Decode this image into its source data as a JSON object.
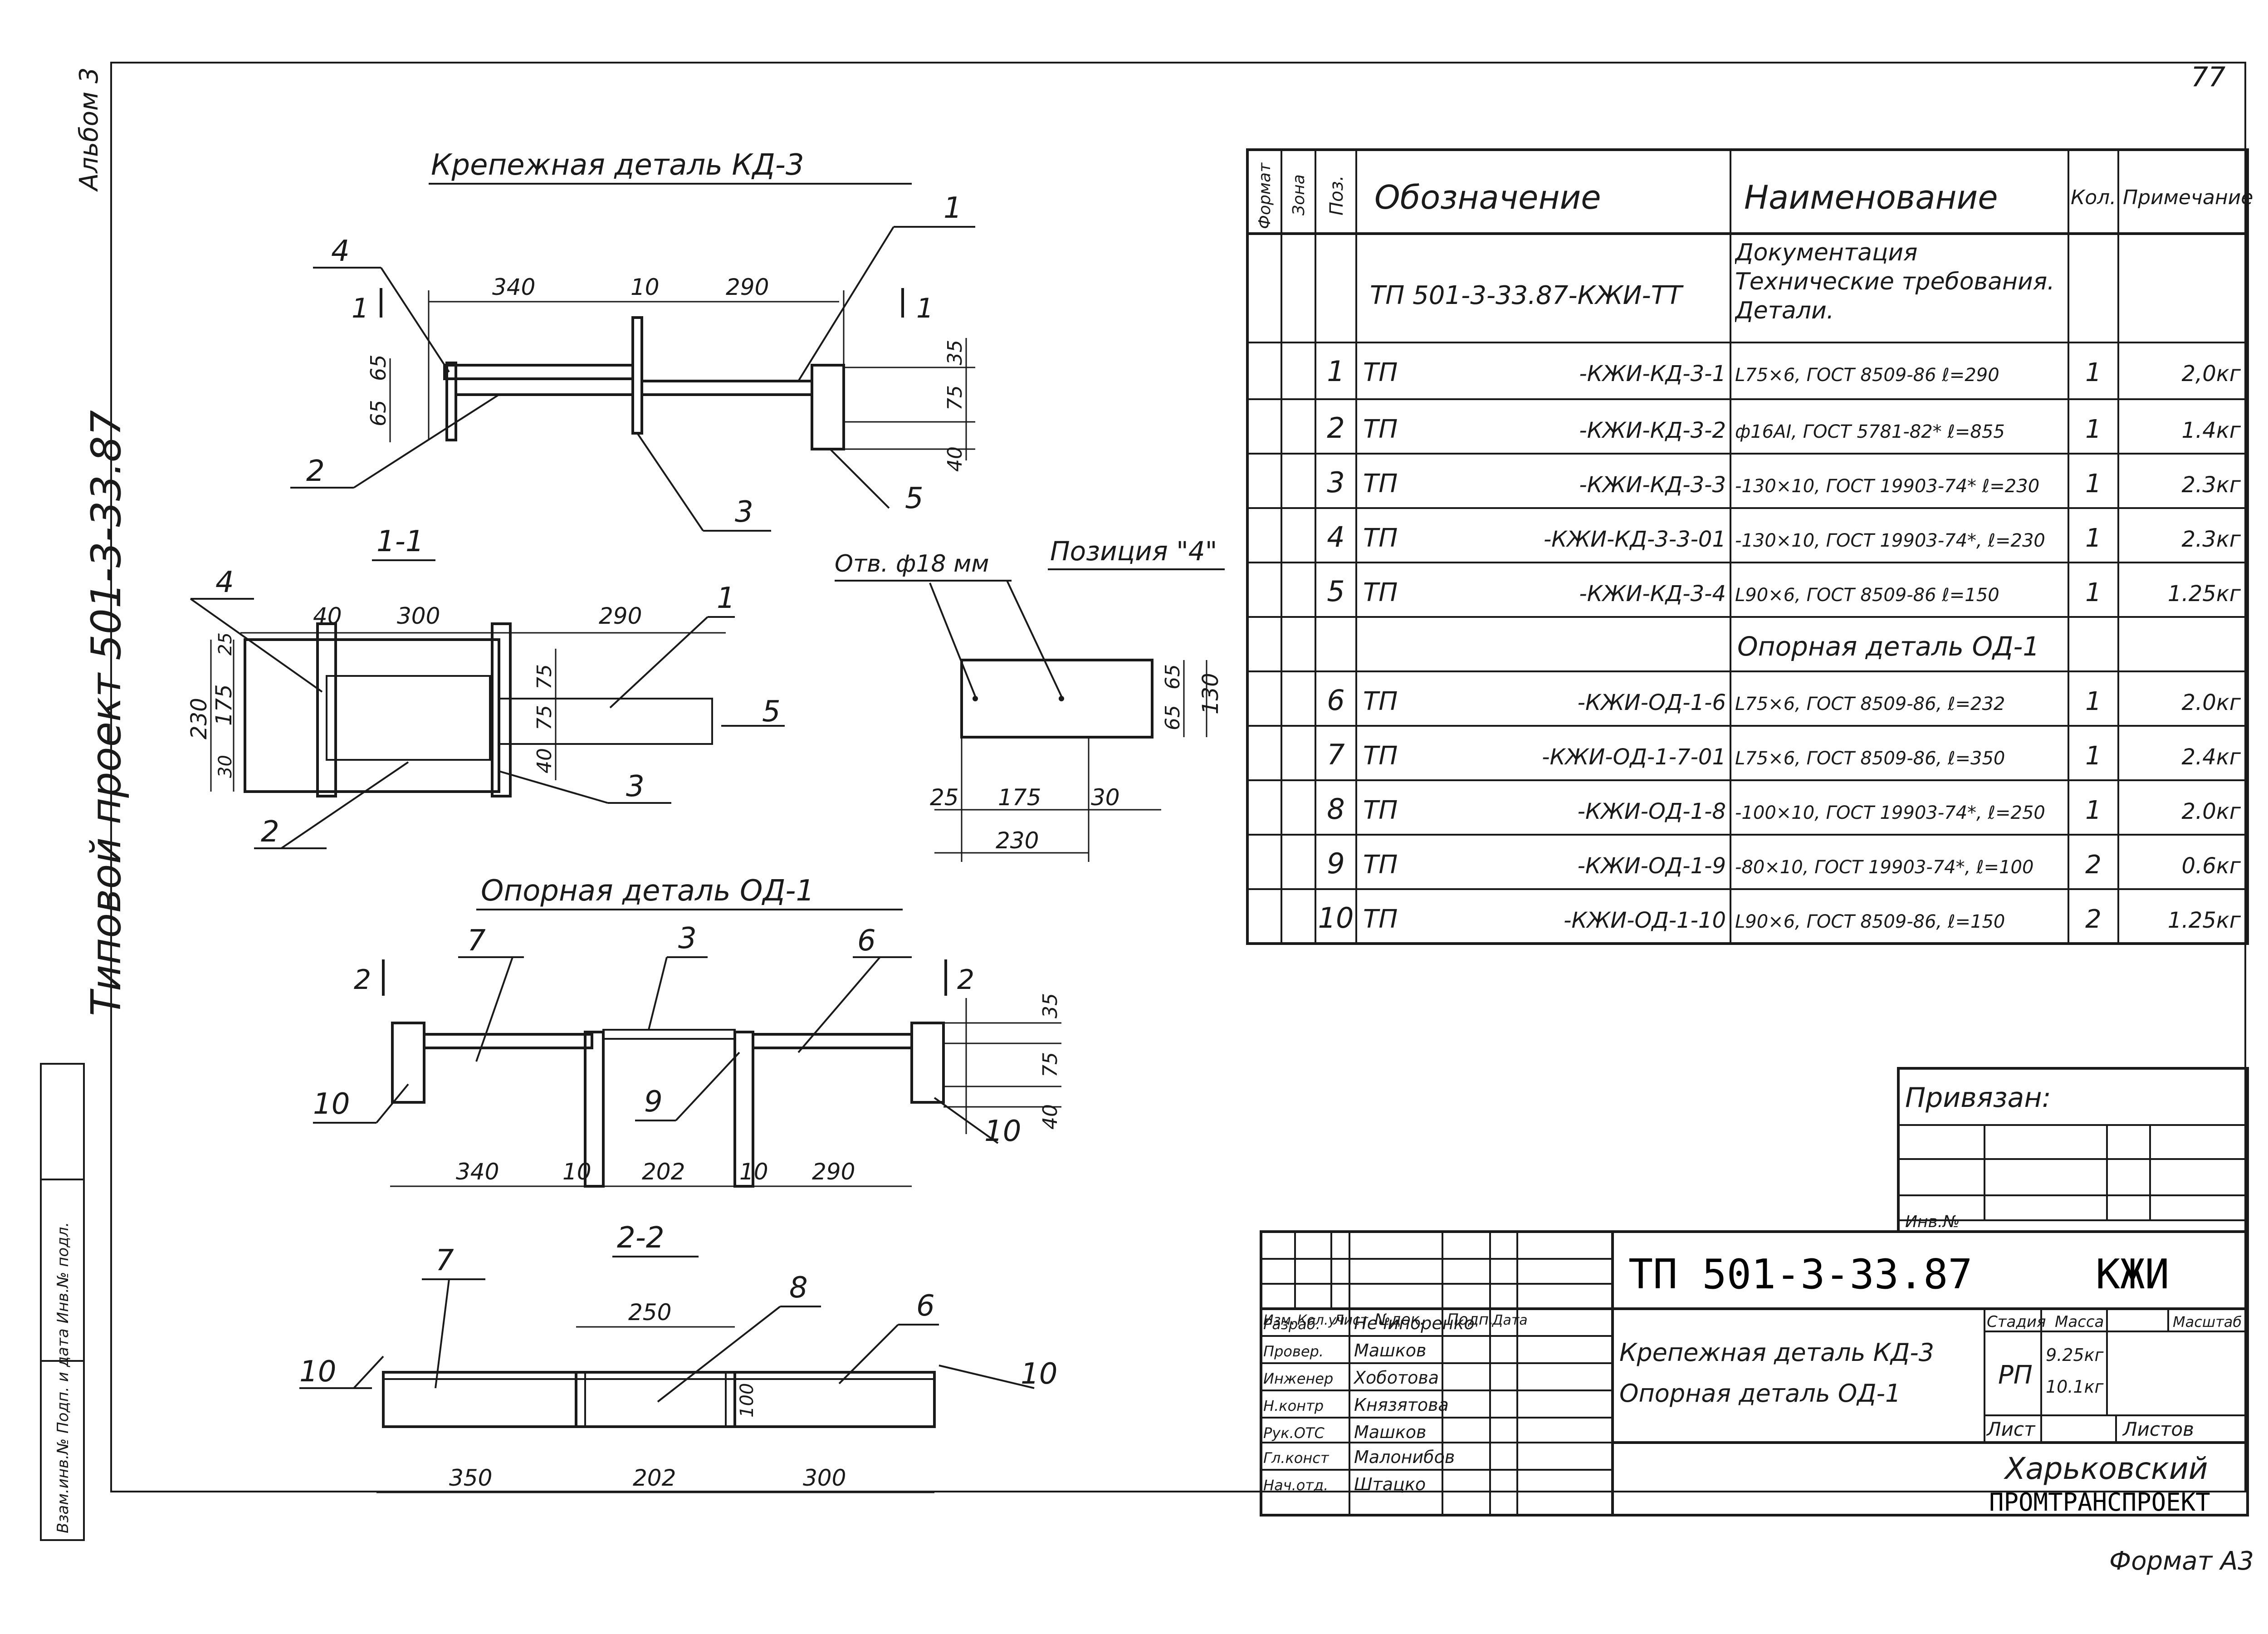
{
  "page_number": "77",
  "vertical_margin": {
    "album": "Альбом 3",
    "project": "Типовой проект 501-3-33.87",
    "stamp_box": "Взам.инв.№ Подп. и дата Инв.№ подл."
  },
  "drawings": {
    "kd3": {
      "title": "Крепежная деталь КД-3",
      "dims": [
        "340",
        "10",
        "290",
        "65",
        "65",
        "35",
        "75",
        "40"
      ],
      "section_marks": [
        "1",
        "1"
      ],
      "callouts": [
        "4",
        "1",
        "2",
        "3",
        "5"
      ]
    },
    "sec11": {
      "title": "1-1",
      "dims": [
        "40",
        "300",
        "290",
        "230",
        "25",
        "175",
        "30",
        "75",
        "75",
        "40"
      ],
      "callouts": [
        "4",
        "1",
        "5",
        "3",
        "2"
      ]
    },
    "pos4": {
      "title": "Позиция \"4\"",
      "hole": "Отв. ф18 мм",
      "dims": [
        "25",
        "175",
        "30",
        "230",
        "65",
        "65",
        "130"
      ]
    },
    "od1": {
      "title": "Опорная деталь ОД-1",
      "dims": [
        "340",
        "10",
        "202",
        "10",
        "290",
        "35",
        "75",
        "40"
      ],
      "section_marks": [
        "2",
        "2"
      ],
      "callouts": [
        "7",
        "3",
        "6",
        "10",
        "9",
        "10"
      ]
    },
    "sec22": {
      "title": "2-2",
      "dims": [
        "250",
        "350",
        "202",
        "300",
        "100"
      ],
      "callouts": [
        "7",
        "8",
        "6",
        "10",
        "10"
      ]
    }
  },
  "spec_table": {
    "headers": [
      "Формат",
      "Зона",
      "Поз.",
      "Обозначение",
      "Наименование",
      "Кол.",
      "Примечание"
    ],
    "doc_row": {
      "designation": "ТП 501-3-33.87-КЖИ-ТТ",
      "name": "Документация Технические требования. Детали."
    },
    "rows": [
      {
        "pos": "1",
        "tp": "ТП",
        "code": "-КЖИ-КД-3-1",
        "name": "L75×6, ГОСТ 8509-86 ℓ=290",
        "qty": "1",
        "note": "2,0кг"
      },
      {
        "pos": "2",
        "tp": "ТП",
        "code": "-КЖИ-КД-3-2",
        "name": "ф16АI, ГОСТ 5781-82* ℓ=855",
        "qty": "1",
        "note": "1.4кг"
      },
      {
        "pos": "3",
        "tp": "ТП",
        "code": "-КЖИ-КД-3-3",
        "name": "-130×10, ГОСТ 19903-74* ℓ=230",
        "qty": "1",
        "note": "2.3кг"
      },
      {
        "pos": "4",
        "tp": "ТП",
        "code": "-КЖИ-КД-3-3-01",
        "name": "-130×10, ГОСТ 19903-74*, ℓ=230",
        "qty": "1",
        "note": "2.3кг"
      },
      {
        "pos": "5",
        "tp": "ТП",
        "code": "-КЖИ-КД-3-4",
        "name": "L90×6, ГОСТ 8509-86 ℓ=150",
        "qty": "1",
        "note": "1.25кг"
      },
      {
        "pos": "",
        "tp": "",
        "code": "",
        "name": "Опорная деталь ОД-1",
        "qty": "",
        "note": ""
      },
      {
        "pos": "6",
        "tp": "ТП",
        "code": "-КЖИ-ОД-1-6",
        "name": "L75×6, ГОСТ 8509-86, ℓ=232",
        "qty": "1",
        "note": "2.0кг"
      },
      {
        "pos": "7",
        "tp": "ТП",
        "code": "-КЖИ-ОД-1-7-01",
        "name": "L75×6, ГОСТ 8509-86, ℓ=350",
        "qty": "1",
        "note": "2.4кг"
      },
      {
        "pos": "8",
        "tp": "ТП",
        "code": "-КЖИ-ОД-1-8",
        "name": "-100×10, ГОСТ 19903-74*, ℓ=250",
        "qty": "1",
        "note": "2.0кг"
      },
      {
        "pos": "9",
        "tp": "ТП",
        "code": "-КЖИ-ОД-1-9",
        "name": "-80×10, ГОСТ 19903-74*, ℓ=100",
        "qty": "2",
        "note": "0.6кг"
      },
      {
        "pos": "10",
        "tp": "ТП",
        "code": "-КЖИ-ОД-1-10",
        "name": "L90×6, ГОСТ 8509-86, ℓ=150",
        "qty": "2",
        "note": "1.25кг"
      }
    ]
  },
  "binding": {
    "label": "Привязан:",
    "inv": "Инв.№"
  },
  "title_block": {
    "code": "ТП 501-3-33.87",
    "mark": "КЖИ",
    "sheet_title_1": "Крепежная деталь КД-3",
    "sheet_title_2": "Опорная деталь ОД-1",
    "stage_header": "Стадия",
    "mass_header": "Масса",
    "scale_header": "Масштаб",
    "stage": "РП",
    "mass_1": "9.25кг",
    "mass_2": "10.1кг",
    "sheet_label": "Лист",
    "sheets_label": "Листов",
    "org_1": "Харьковский",
    "org_2": "ПРОМТРАНСПРОЕКТ",
    "head_labels": [
      "Изм.",
      "Кол.уч",
      "Лист",
      "№док.",
      "Подп.",
      "Дата"
    ],
    "people": [
      {
        "role": "Разраб.",
        "name": "Нечипоренко"
      },
      {
        "role": "Провер.",
        "name": "Машков"
      },
      {
        "role": "Инженер",
        "name": "Хоботова"
      },
      {
        "role": "Н.контр",
        "name": "Князятова"
      },
      {
        "role": "Рук.ОТС",
        "name": "Машков"
      },
      {
        "role": "Гл.конст",
        "name": "Малонибов"
      },
      {
        "role": "Нач.отд.",
        "name": "Штацко"
      }
    ]
  },
  "format_label": "Формат А3"
}
